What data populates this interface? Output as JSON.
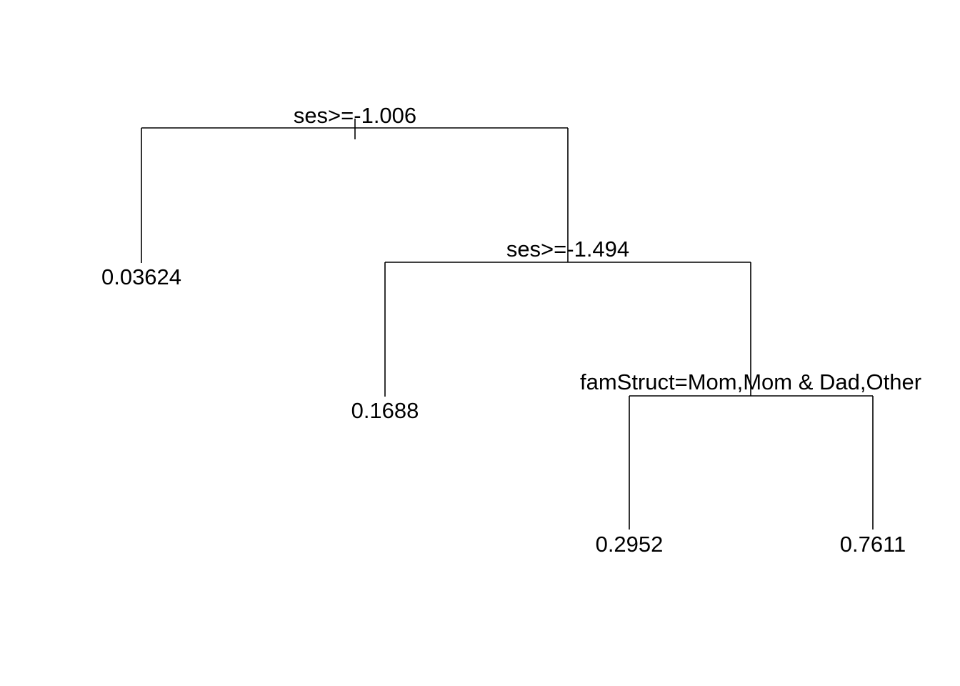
{
  "tree": {
    "splits": {
      "root": "ses>=-1.006",
      "node2": "ses>=-1.494",
      "node3": "famStruct=Mom,Mom & Dad,Other"
    },
    "leaves": {
      "leaf1": "0.03624",
      "leaf2": "0.1688",
      "leaf3": "0.2952",
      "leaf4": "0.7611"
    }
  }
}
